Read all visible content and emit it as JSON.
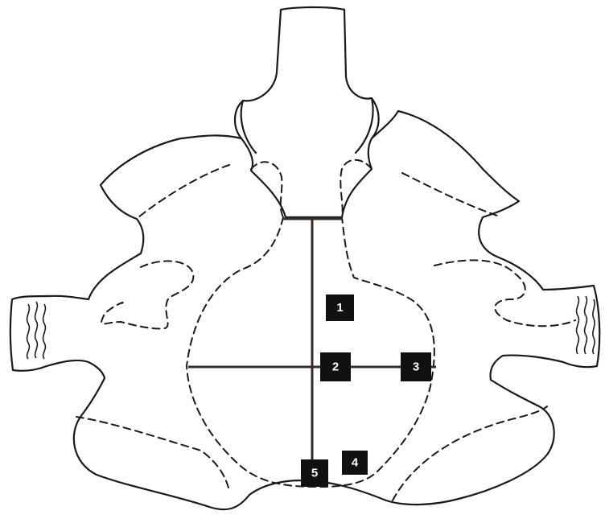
{
  "markers": {
    "m1": "1",
    "m2": "2",
    "m3": "3",
    "m4": "4",
    "m5": "5"
  },
  "colors": {
    "outline": "#1a1a1a",
    "measure_line": "#3a2a28",
    "marker_fill": "#111111",
    "marker_text": "#ffffff"
  }
}
